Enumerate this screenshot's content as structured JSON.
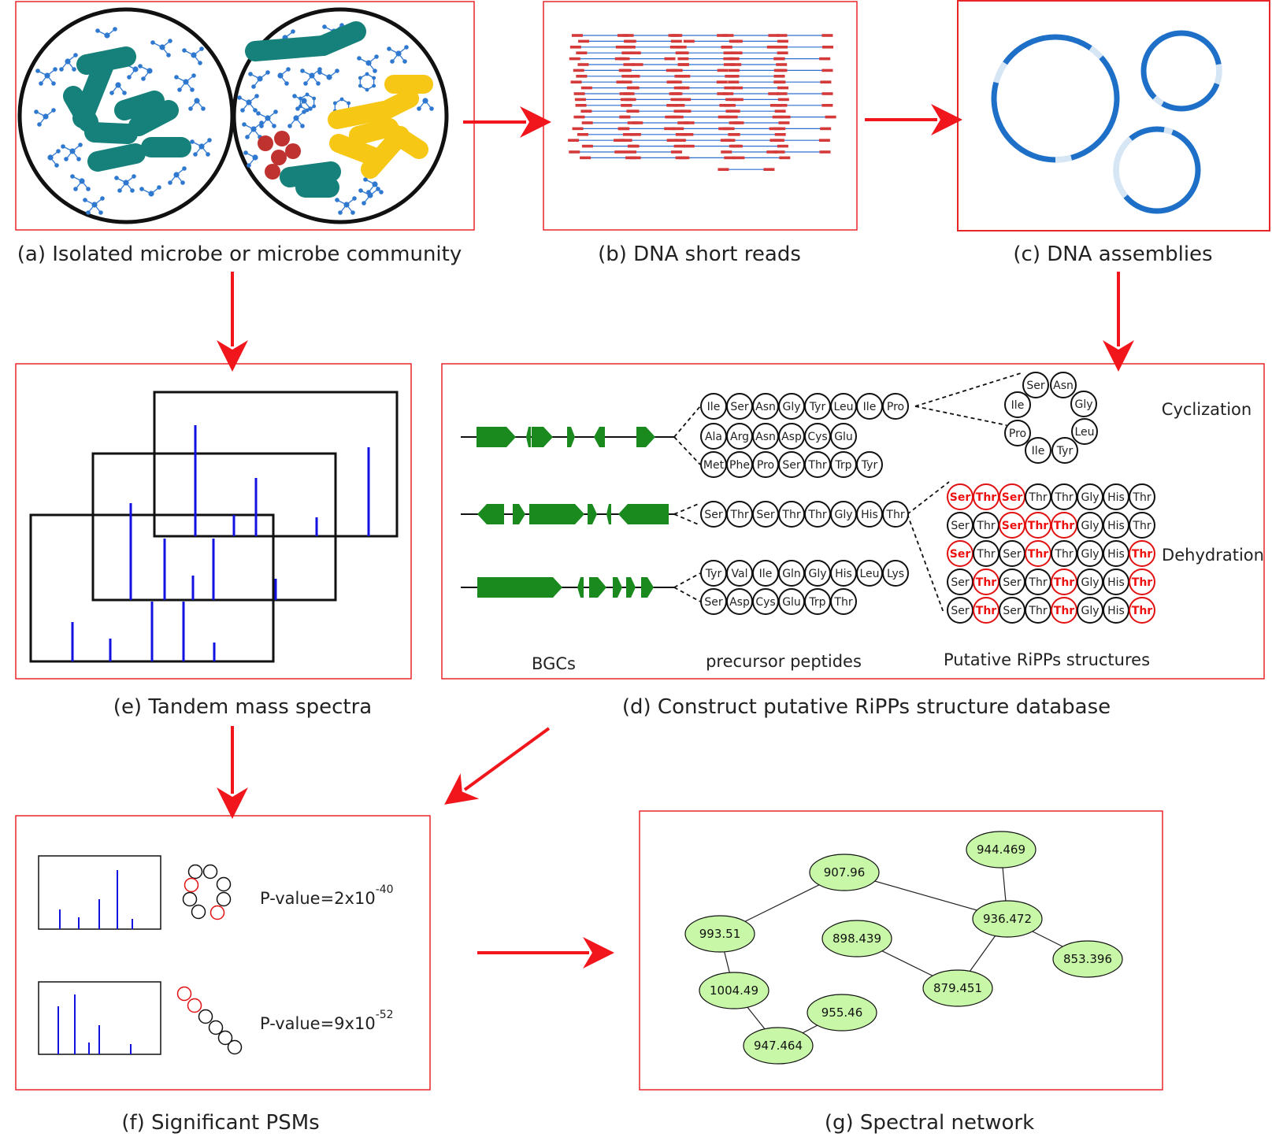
{
  "panels": {
    "a": {
      "caption": "(a) Isolated microbe or microbe community"
    },
    "b": {
      "caption": "(b) DNA short reads"
    },
    "c": {
      "caption": "(c) DNA assemblies"
    },
    "d": {
      "caption": "(d) Construct putative RiPPs structure database",
      "labels": {
        "bgcs": "BGCs",
        "precursor": "precursor peptides",
        "putative": "Putative RiPPs structures",
        "cyclization": "Cyclization",
        "dehydration": "Dehydration"
      }
    },
    "e": {
      "caption": "(e) Tandem mass spectra"
    },
    "f": {
      "caption": "(f) Significant PSMs",
      "psm": [
        {
          "prefix": "P-value=2x10",
          "exp": "-40"
        },
        {
          "prefix": "P-value=9x10",
          "exp": "-52"
        }
      ]
    },
    "g": {
      "caption": "(g) Spectral network"
    }
  },
  "peptides": {
    "bgc1_a": [
      "Ile",
      "Ser",
      "Asn",
      "Gly",
      "Tyr",
      "Leu",
      "Ile",
      "Pro"
    ],
    "bgc1_b": [
      "Ala",
      "Arg",
      "Asn",
      "Asp",
      "Cys",
      "Glu"
    ],
    "bgc1_c": [
      "Met",
      "Phe",
      "Pro",
      "Ser",
      "Thr",
      "Trp",
      "Tyr"
    ],
    "bgc2_a": [
      "Ser",
      "Thr",
      "Ser",
      "Thr",
      "Thr",
      "Gly",
      "His",
      "Thr"
    ],
    "bgc3_a": [
      "Tyr",
      "Val",
      "Ile",
      "Gln",
      "Gly",
      "His",
      "Leu",
      "Lys"
    ],
    "bgc3_b": [
      "Ser",
      "Asp",
      "Cys",
      "Glu",
      "Trp",
      "Thr"
    ],
    "cyclic": [
      "Ser",
      "Asn",
      "Gly",
      "Leu",
      "Tyr",
      "Ile",
      "Pro",
      "Ile"
    ],
    "dehydration_rows": [
      {
        "residues": [
          "Ser",
          "Thr",
          "Ser",
          "Thr",
          "Thr",
          "Gly",
          "His",
          "Thr"
        ],
        "modified": [
          0,
          1,
          2
        ]
      },
      {
        "residues": [
          "Ser",
          "Thr",
          "Ser",
          "Thr",
          "Thr",
          "Gly",
          "His",
          "Thr"
        ],
        "modified": [
          2,
          3,
          4
        ]
      },
      {
        "residues": [
          "Ser",
          "Thr",
          "Ser",
          "Thr",
          "Thr",
          "Gly",
          "His",
          "Thr"
        ],
        "modified": [
          0,
          3,
          7
        ]
      },
      {
        "residues": [
          "Ser",
          "Thr",
          "Ser",
          "Thr",
          "Thr",
          "Gly",
          "His",
          "Thr"
        ],
        "modified": [
          1,
          4,
          7
        ]
      },
      {
        "residues": [
          "Ser",
          "Thr",
          "Ser",
          "Thr",
          "Thr",
          "Gly",
          "His",
          "Thr"
        ],
        "modified": [
          1,
          4,
          7
        ]
      }
    ]
  },
  "network": {
    "nodes": [
      {
        "id": "n907",
        "label": "907.96"
      },
      {
        "id": "n944",
        "label": "944.469"
      },
      {
        "id": "n993",
        "label": "993.51"
      },
      {
        "id": "n898",
        "label": "898.439"
      },
      {
        "id": "n936",
        "label": "936.472"
      },
      {
        "id": "n853",
        "label": "853.396"
      },
      {
        "id": "n1004",
        "label": "1004.49"
      },
      {
        "id": "n879",
        "label": "879.451"
      },
      {
        "id": "n955",
        "label": "955.46"
      },
      {
        "id": "n947",
        "label": "947.464"
      }
    ],
    "edges": [
      [
        "n907",
        "n993"
      ],
      [
        "n907",
        "n936"
      ],
      [
        "n944",
        "n936"
      ],
      [
        "n936",
        "n853"
      ],
      [
        "n936",
        "n879"
      ],
      [
        "n898",
        "n879"
      ],
      [
        "n993",
        "n1004"
      ],
      [
        "n1004",
        "n947"
      ],
      [
        "n947",
        "n955"
      ]
    ]
  },
  "colors": {
    "frame": "#e8262a",
    "arrow": "#f0161c",
    "bacteria_teal": "#16807a",
    "bacteria_yellow": "#f6c714",
    "bacteria_red": "#c0322f",
    "molecule_blue": "#2e78d0",
    "read_blue": "#2e6fd0",
    "read_red": "#d43a3a",
    "contig_blue": "#1e6fc8",
    "contig_light": "#d7e6f5",
    "gene_green": "#1a8a1e",
    "peak_blue": "#1212e0",
    "node_fill": "#c8f7a8",
    "mod_red": "#e11111"
  }
}
